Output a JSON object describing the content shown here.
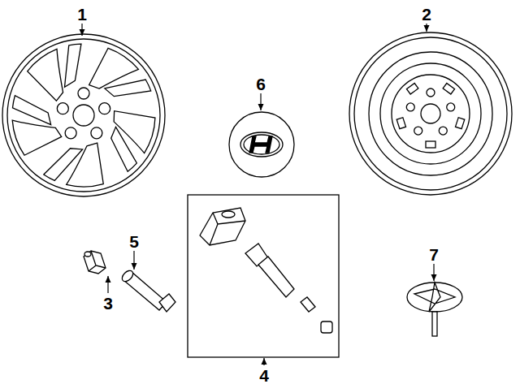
{
  "diagram": {
    "labels": [
      "1",
      "2",
      "6",
      "5",
      "3",
      "7",
      "4"
    ]
  }
}
